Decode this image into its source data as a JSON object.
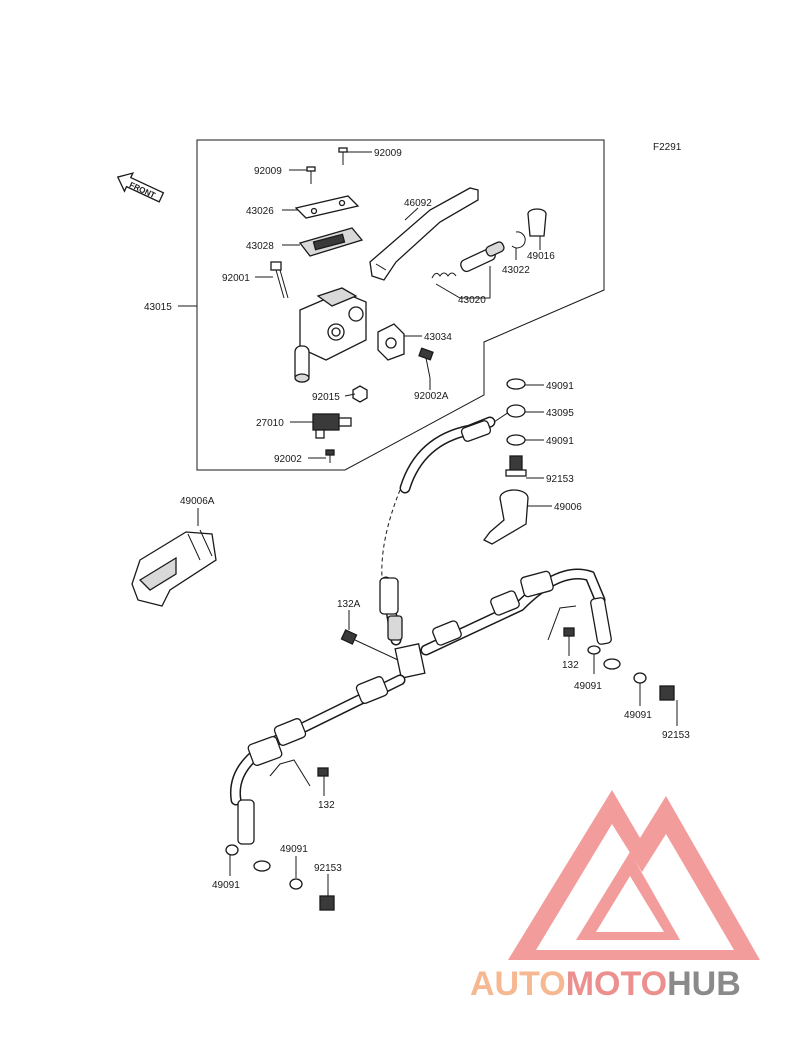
{
  "diagram_code": "F2291",
  "front_label": "FRONT",
  "parts": {
    "p92009_top": "92009",
    "p92009_left": "92009",
    "p43026": "43026",
    "p46092": "46092",
    "p43028": "43028",
    "p49016": "49016",
    "p43022": "43022",
    "p92001": "92001",
    "p43020": "43020",
    "p43015": "43015",
    "p43034": "43034",
    "p92002A": "92002A",
    "p92015": "92015",
    "p27010": "27010",
    "p92002": "92002",
    "p49091_a": "49091",
    "p43095": "43095",
    "p49091_b": "49091",
    "p92153_a": "92153",
    "p49006": "49006",
    "p49006A": "49006A",
    "p132A": "132A",
    "p132_right": "132",
    "p49091_c": "49091",
    "p49091_d": "49091",
    "p92153_b": "92153",
    "p132_left": "132",
    "p49091_e": "49091",
    "p49091_f": "49091",
    "p92153_c": "92153"
  },
  "watermark": {
    "part1": "AUTO",
    "part2": "MOTO",
    "part3": "HUB",
    "colors": {
      "auto": "#f6b890",
      "moto": "#ec8f8f",
      "hub": "#8a8a8a",
      "logo": "#ef7b7b"
    }
  }
}
